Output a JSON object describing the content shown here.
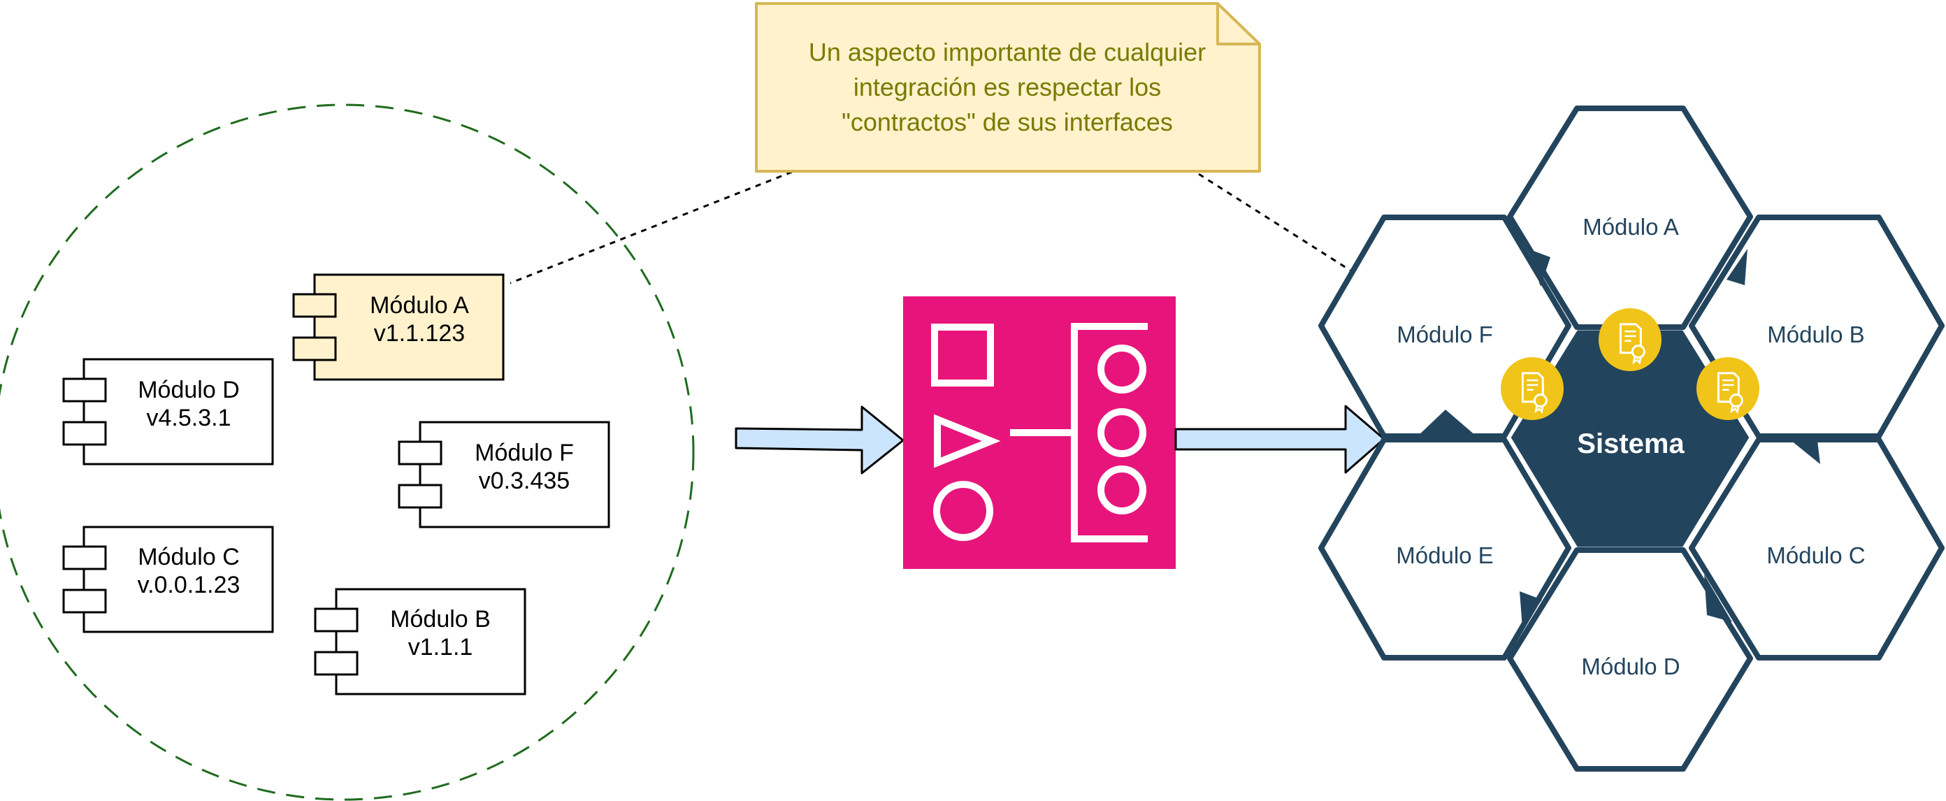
{
  "note": {
    "lines": [
      "Un aspecto importante de cualquier",
      "integración es respectar los",
      "\"contractos\" de sus interfaces"
    ]
  },
  "components": [
    {
      "name": "Módulo A",
      "version": "v1.1.123",
      "highlighted": true
    },
    {
      "name": "Módulo D",
      "version": "v4.5.3.1",
      "highlighted": false
    },
    {
      "name": "Módulo F",
      "version": "v0.3.435",
      "highlighted": false
    },
    {
      "name": "Módulo C",
      "version": "v.0.0.1.23",
      "highlighted": false
    },
    {
      "name": "Módulo B",
      "version": "v1.1.1",
      "highlighted": false
    }
  ],
  "hexagons": {
    "center": "Sistema",
    "modules": {
      "a": "Módulo A",
      "b": "Módulo B",
      "c": "Módulo C",
      "d": "Módulo D",
      "e": "Módulo E",
      "f": "Módulo F"
    }
  },
  "colors": {
    "note_fill": "#fff2cc",
    "note_border": "#d6b656",
    "note_text": "#7a7a00",
    "component_highlight": "#fff2cc",
    "dashed_circle": "#1e6b1e",
    "arrow_fill": "#cce5ff",
    "integration_bg": "#e7157b",
    "hex_stroke": "#23445d",
    "hex_center": "#23445d",
    "certificate": "#f0c419"
  },
  "icons": {
    "integration": "integration-service-icon",
    "certificate": "certificate-icon"
  }
}
